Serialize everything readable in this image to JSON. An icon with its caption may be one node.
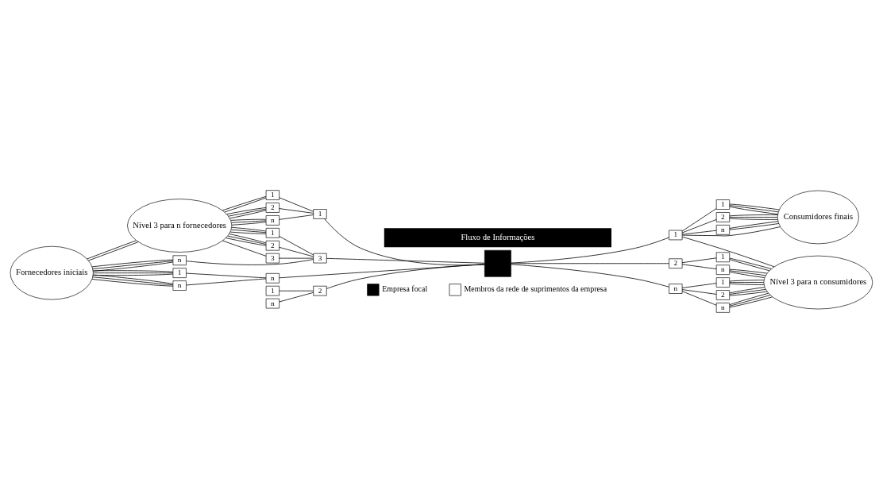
{
  "diagram": {
    "nodes": [
      {
        "text": [
          "Fornecedores iniciais"
        ]
      },
      {
        "text": [
          "Nível 3 para n fornecedores"
        ]
      },
      {
        "text": [
          "1"
        ]
      },
      {
        "text": [
          "2"
        ]
      },
      {
        "text": [
          "n"
        ]
      },
      {
        "text": [
          "1"
        ]
      },
      {
        "text": [
          "n"
        ]
      },
      {
        "text": [
          "1"
        ]
      },
      {
        "text": [
          "2"
        ]
      },
      {
        "text": [
          "3"
        ]
      },
      {
        "text": [
          "n"
        ]
      },
      {
        "text": [
          "1"
        ]
      },
      {
        "text": [
          "n"
        ]
      },
      {
        "text": [
          "1"
        ]
      },
      {
        "text": [
          "2"
        ]
      },
      {
        "text": [
          "3"
        ]
      },
      {
        "text": [
          "n"
        ]
      },
      {
        "text": [],
        "shape": "box"
      },
      {
        "text": [
          "1"
        ]
      },
      {
        "text": [
          "2"
        ]
      },
      {
        "text": [
          "n"
        ]
      },
      {
        "text": [
          "1"
        ]
      },
      {
        "text": [
          "2"
        ]
      },
      {
        "text": [
          "n"
        ]
      },
      {
        "text": [
          "1"
        ]
      },
      {
        "text": [
          "n"
        ]
      },
      {
        "text": [
          "1"
        ]
      },
      {
        "text": [
          "2"
        ]
      },
      {
        "text": [
          "n"
        ]
      },
      {
        "text": [
          "Nível 3 para n consumidores"
        ]
      },
      {
        "text": [
          "Consumidores finais"
        ]
      }
    ],
    "edges": [
      {
        "from": 0,
        "to": 1,
        "arrow": "none"
      },
      {
        "from": 0,
        "to": 1,
        "arrow": "none"
      },
      {
        "from": 1,
        "to": 2,
        "arrow": "none"
      },
      {
        "from": 1,
        "to": 2,
        "arrow": "none"
      },
      {
        "from": 1,
        "to": 3,
        "arrow": "none"
      },
      {
        "from": 1,
        "to": 3,
        "arrow": "none"
      },
      {
        "from": 1,
        "to": 3,
        "arrow": "none"
      },
      {
        "from": 1,
        "to": 4,
        "arrow": "none"
      },
      {
        "from": 1,
        "to": 4,
        "arrow": "none"
      },
      {
        "from": 1,
        "to": 4,
        "arrow": "none"
      },
      {
        "from": 1,
        "to": 7,
        "arrow": "none"
      },
      {
        "from": 1,
        "to": 7,
        "arrow": "none"
      },
      {
        "from": 1,
        "to": 7,
        "arrow": "none"
      },
      {
        "from": 1,
        "to": 8,
        "arrow": "none"
      },
      {
        "from": 1,
        "to": 8,
        "arrow": "none"
      },
      {
        "from": 1,
        "to": 8,
        "arrow": "none"
      },
      {
        "from": 1,
        "to": 9,
        "arrow": "none"
      },
      {
        "from": 0,
        "to": 10,
        "arrow": "none"
      },
      {
        "from": 0,
        "to": 10,
        "arrow": "none"
      },
      {
        "from": 0,
        "to": 10,
        "arrow": "none"
      },
      {
        "from": 0,
        "to": 11,
        "arrow": "none"
      },
      {
        "from": 0,
        "to": 11,
        "arrow": "none"
      },
      {
        "from": 0,
        "to": 11,
        "arrow": "none"
      },
      {
        "from": 0,
        "to": 12,
        "arrow": "none"
      },
      {
        "from": 0,
        "to": 12,
        "arrow": "none"
      },
      {
        "from": 0,
        "to": 12,
        "arrow": "none"
      },
      {
        "from": 2,
        "to": 13,
        "arrow": "none"
      },
      {
        "from": 3,
        "to": 13,
        "arrow": "none"
      },
      {
        "from": 4,
        "to": 13,
        "arrow": "none"
      },
      {
        "from": 5,
        "to": 14,
        "arrow": "none"
      },
      {
        "from": 6,
        "to": 14,
        "arrow": "none"
      },
      {
        "from": 7,
        "to": 15,
        "arrow": "none"
      },
      {
        "from": 8,
        "to": 15,
        "arrow": "none"
      },
      {
        "from": 9,
        "to": 15,
        "arrow": "none"
      },
      {
        "from": 10,
        "to": 15,
        "arrow": "none"
      },
      {
        "from": 11,
        "to": 16,
        "arrow": "none"
      },
      {
        "from": 12,
        "to": 16,
        "arrow": "none"
      },
      {
        "from": 13,
        "to": 17,
        "arrow": "none"
      },
      {
        "from": 14,
        "to": 17,
        "arrow": "none"
      },
      {
        "from": 15,
        "to": 17,
        "arrow": "none"
      },
      {
        "from": 16,
        "to": 17,
        "arrow": "none"
      },
      {
        "from": 17,
        "to": 18,
        "arrow": "none"
      },
      {
        "from": 17,
        "to": 19,
        "arrow": "none"
      },
      {
        "from": 17,
        "to": 20,
        "arrow": "none"
      },
      {
        "from": 18,
        "to": 21,
        "arrow": "none"
      },
      {
        "from": 18,
        "to": 22,
        "arrow": "none"
      },
      {
        "from": 18,
        "to": 23,
        "arrow": "none"
      },
      {
        "from": 19,
        "to": 24,
        "arrow": "none"
      },
      {
        "from": 19,
        "to": 25,
        "arrow": "none"
      },
      {
        "from": 20,
        "to": 26,
        "arrow": "none"
      },
      {
        "from": 20,
        "to": 27,
        "arrow": "none"
      },
      {
        "from": 20,
        "to": 28,
        "arrow": "none"
      },
      {
        "from": 21,
        "to": 30,
        "arrow": "none"
      },
      {
        "from": 21,
        "to": 30,
        "arrow": "none"
      },
      {
        "from": 21,
        "to": 30,
        "arrow": "none"
      },
      {
        "from": 22,
        "to": 30,
        "arrow": "none"
      },
      {
        "from": 22,
        "to": 30,
        "arrow": "none"
      },
      {
        "from": 22,
        "to": 30,
        "arrow": "none"
      },
      {
        "from": 23,
        "to": 30,
        "arrow": "none"
      },
      {
        "from": 23,
        "to": 30,
        "arrow": "none"
      },
      {
        "from": 18,
        "to": 30,
        "arrow": "none"
      },
      {
        "from": 18,
        "to": 29,
        "arrow": "none"
      },
      {
        "from": 24,
        "to": 29,
        "arrow": "none"
      },
      {
        "from": 24,
        "to": 29,
        "arrow": "none"
      },
      {
        "from": 25,
        "to": 29,
        "arrow": "none"
      },
      {
        "from": 25,
        "to": 29,
        "arrow": "none"
      },
      {
        "from": 25,
        "to": 29,
        "arrow": "none"
      },
      {
        "from": 26,
        "to": 29,
        "arrow": "none"
      },
      {
        "from": 26,
        "to": 29,
        "arrow": "none"
      },
      {
        "from": 26,
        "to": 29,
        "arrow": "none"
      },
      {
        "from": 27,
        "to": 29,
        "arrow": "none"
      },
      {
        "from": 27,
        "to": 29,
        "arrow": "none"
      },
      {
        "from": 27,
        "to": 29,
        "arrow": "none"
      },
      {
        "from": 28,
        "to": 29,
        "arrow": "none"
      },
      {
        "from": 28,
        "to": 29,
        "arrow": "none"
      },
      {
        "from": 28,
        "to": 29,
        "arrow": "none"
      }
    ],
    "labels": [
      "Fluxo de Informações"
    ],
    "legend": [
      {
        "text": "Empresa focal",
        "color": "#000000"
      },
      {
        "text": "Membros da rede de suprimentos da empresa",
        "color": "#ffffff"
      }
    ]
  }
}
